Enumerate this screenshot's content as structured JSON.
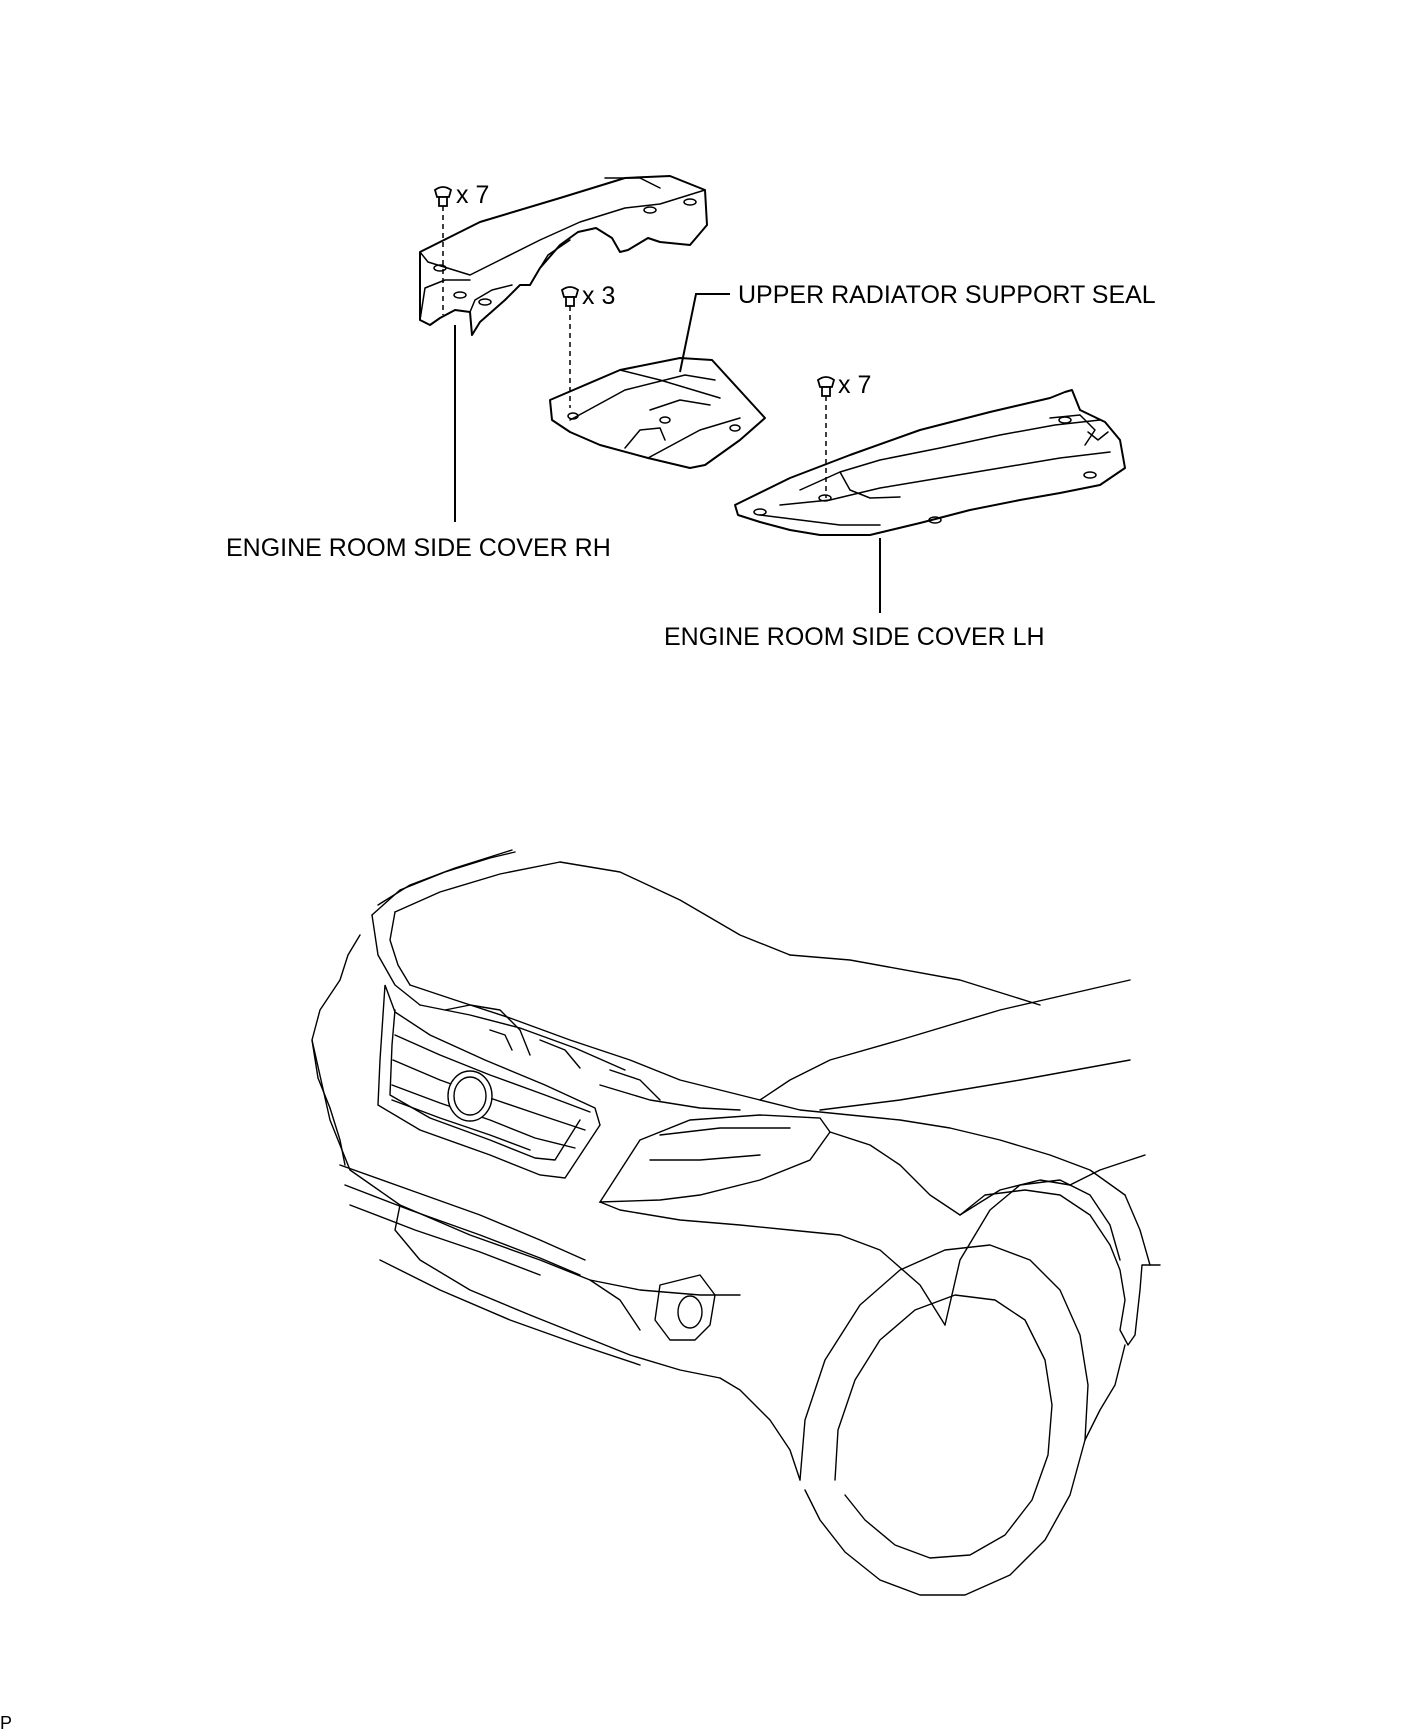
{
  "labels": {
    "upper_seal": "UPPER RADIATOR SUPPORT SEAL",
    "cover_rh": "ENGINE ROOM SIDE COVER RH",
    "cover_lh": "ENGINE ROOM SIDE COVER LH"
  },
  "clips": {
    "rh_qty": "x 7",
    "seal_qty": "x 3",
    "lh_qty": "x 7"
  },
  "corner_mark": "P"
}
